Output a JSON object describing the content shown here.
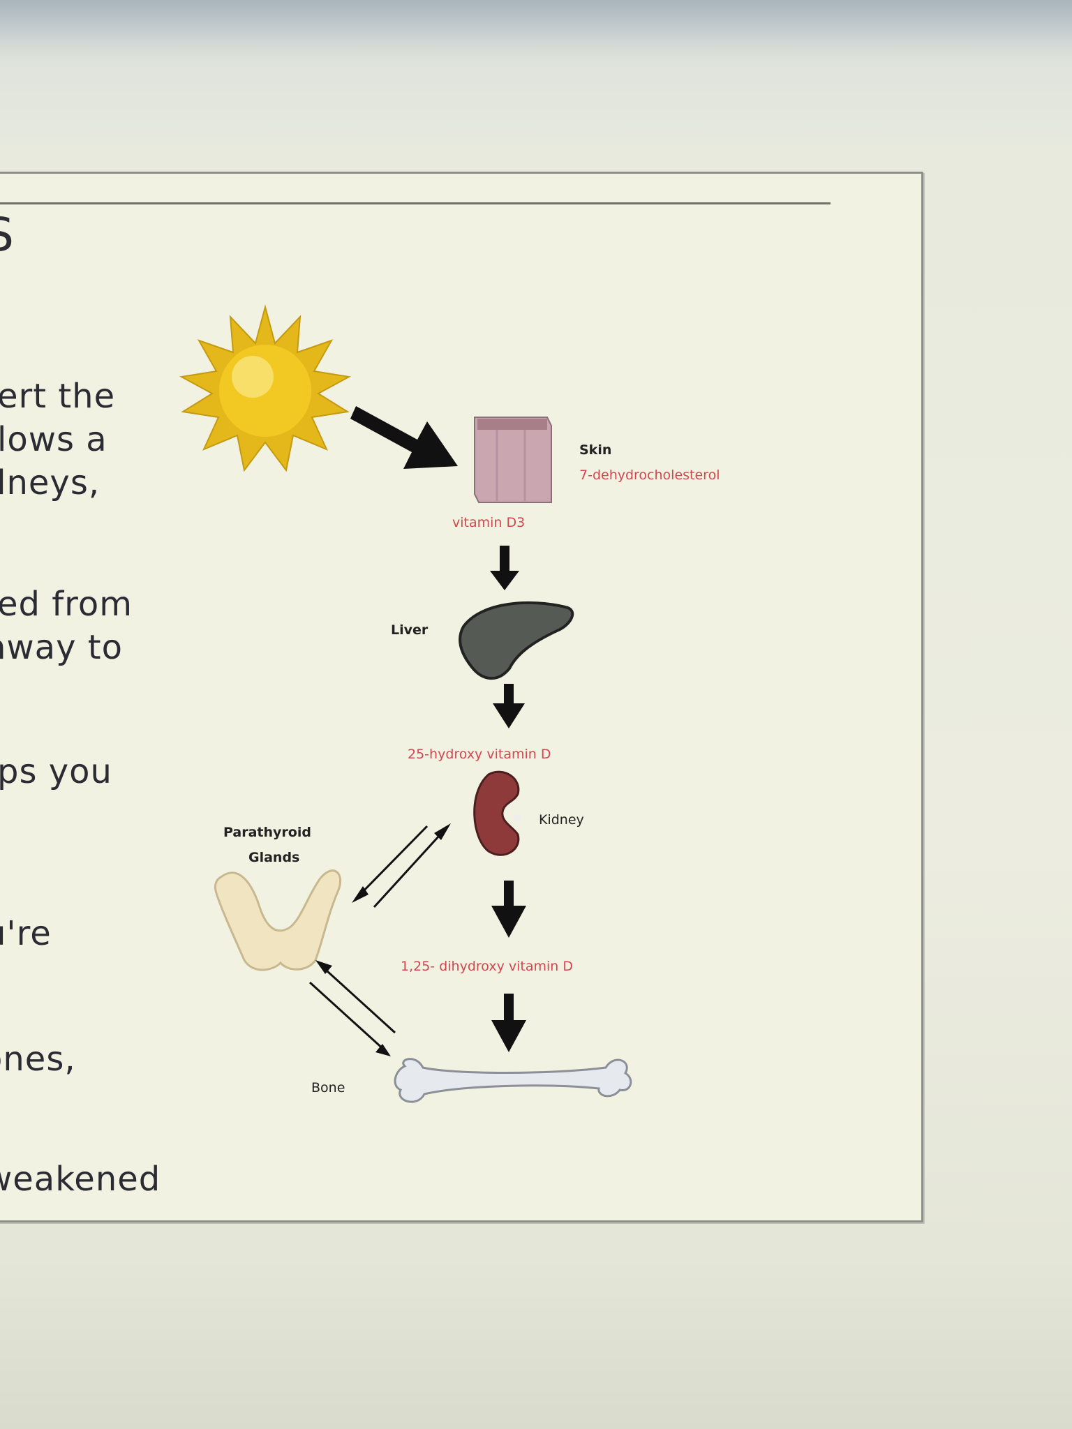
{
  "page": {
    "heading": "S",
    "text_lines": [
      "ert the",
      "lows a",
      "dneys,",
      "ed from",
      "hway to",
      "ps you",
      "u're",
      "ones,",
      "weakened"
    ]
  },
  "diagram": {
    "skin_label": "Skin",
    "skin_compound": "7-dehydrocholesterol",
    "vitamin_d3": "vitamin D3",
    "liver_label": "Liver",
    "hydroxy_25": "25-hydroxy vitamin D",
    "kidney_label": "Kidney",
    "parathyroid_label_1": "Parathyroid",
    "parathyroid_label_2": "Glands",
    "dihydroxy": "1,25- dihydroxy vitamin D",
    "bone_label": "Bone",
    "icons": [
      "sun-icon",
      "skin-block-icon",
      "liver-icon",
      "kidney-icon",
      "parathyroid-icon",
      "bone-icon"
    ],
    "colors": {
      "label_red": "#d2474f",
      "sun": "#f0c419",
      "liver": "#555a55",
      "kidney": "#8e3a3a",
      "gland": "#f1e4c0",
      "arrow": "#111111"
    }
  }
}
